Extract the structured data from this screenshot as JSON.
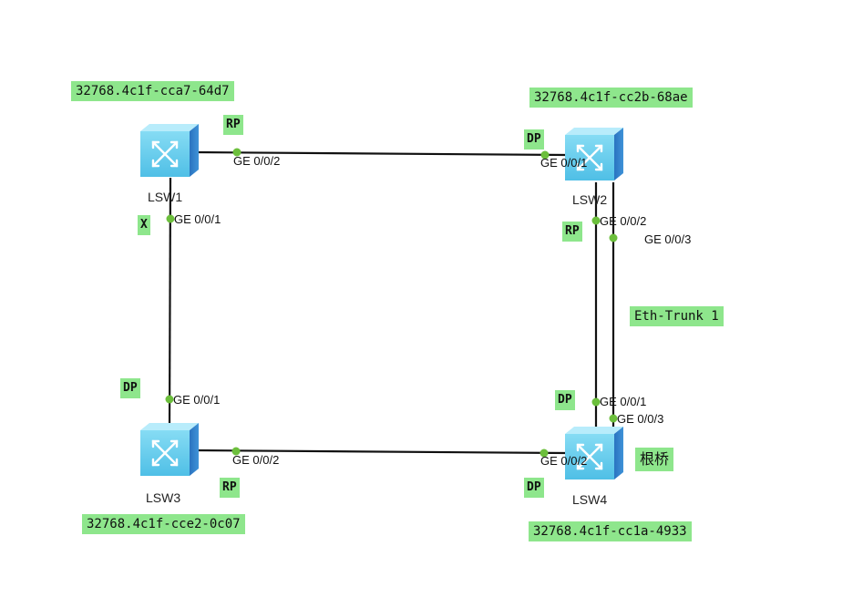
{
  "switches": {
    "lsw1": {
      "name": "LSW1",
      "bridge_id": "32768.4c1f-cca7-64d7"
    },
    "lsw2": {
      "name": "LSW2",
      "bridge_id": "32768.4c1f-cc2b-68ae"
    },
    "lsw3": {
      "name": "LSW3",
      "bridge_id": "32768.4c1f-cce2-0c07"
    },
    "lsw4": {
      "name": "LSW4",
      "bridge_id": "32768.4c1f-cc1a-4933",
      "root_label": "根桥"
    }
  },
  "ports": {
    "lsw1_g2": {
      "name": "GE 0/0/2",
      "role": "RP"
    },
    "lsw1_g1": {
      "name": "GE 0/0/1",
      "role": "X"
    },
    "lsw2_g1": {
      "name": "GE 0/0/1",
      "role": "DP"
    },
    "lsw2_g2": {
      "name": "GE 0/0/2",
      "role": "RP"
    },
    "lsw2_g3": {
      "name": "GE 0/0/3"
    },
    "lsw3_g1": {
      "name": "GE 0/0/1",
      "role": "DP"
    },
    "lsw3_g2": {
      "name": "GE 0/0/2",
      "role": "RP"
    },
    "lsw4_g1": {
      "name": "GE 0/0/1",
      "role": "DP"
    },
    "lsw4_g3": {
      "name": "GE 0/0/3"
    },
    "lsw4_g2": {
      "name": "GE 0/0/2",
      "role": "DP"
    }
  },
  "trunk_label": "Eth-Trunk 1",
  "colors": {
    "link": "#111111",
    "port_dot": "#6cbf3c",
    "label_bg": "#8ee68c",
    "switch_front": "#5fcbec",
    "switch_top": "#a9e6f8",
    "switch_side": "#2f7fc9"
  }
}
